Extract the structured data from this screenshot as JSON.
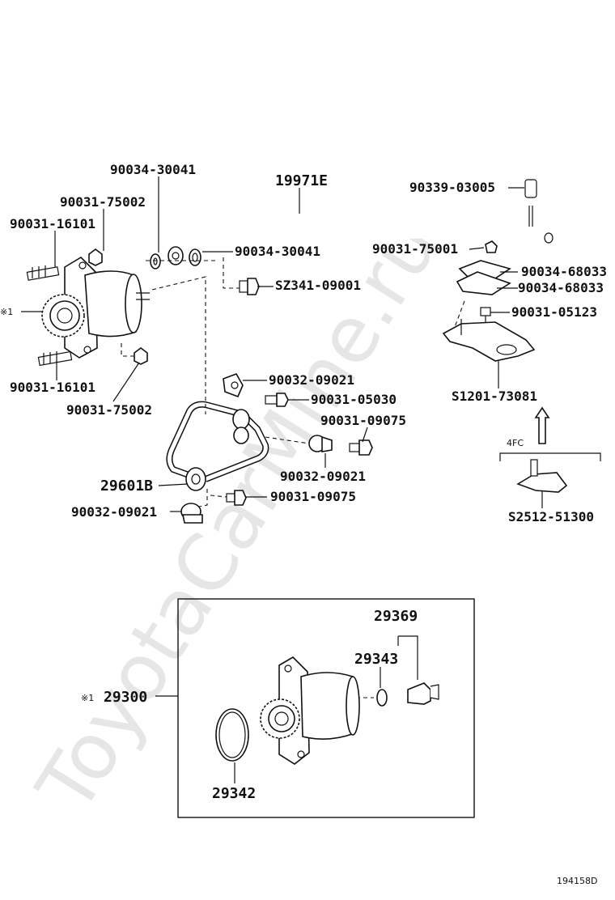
{
  "watermark": "ToyotaCarMine.ru",
  "diagram_id": "194158D",
  "note_marker": "※1",
  "group_label": "4FC",
  "labels": {
    "p90034_30041_top": "90034-30041",
    "p19971E": "19971E",
    "p90339_03005": "90339-03005",
    "p90031_75002_top": "90031-75002",
    "p90031_16101_top": "90031-16101",
    "p90034_30041_right": "90034-30041",
    "p90031_75001": "90031-75001",
    "p90034_68033_a": "90034-68033",
    "p90034_68033_b": "90034-68033",
    "pSZ341_09001": "SZ341-09001",
    "p90031_05123": "90031-05123",
    "p90031_16101_bot": "90031-16101",
    "p90031_75002_bot": "90031-75002",
    "p90032_09021_a": "90032-09021",
    "p90031_05030": "90031-05030",
    "pS1201_73081": "S1201-73081",
    "p90031_09075_a": "90031-09075",
    "p90032_09021_b": "90032-09021",
    "p29601B": "29601B",
    "p90031_09075_b": "90031-09075",
    "p90032_09021_c": "90032-09021",
    "pS2512_51300": "S2512-51300",
    "p29369": "29369",
    "p29343": "29343",
    "p29300": "29300",
    "p29342": "29342"
  }
}
